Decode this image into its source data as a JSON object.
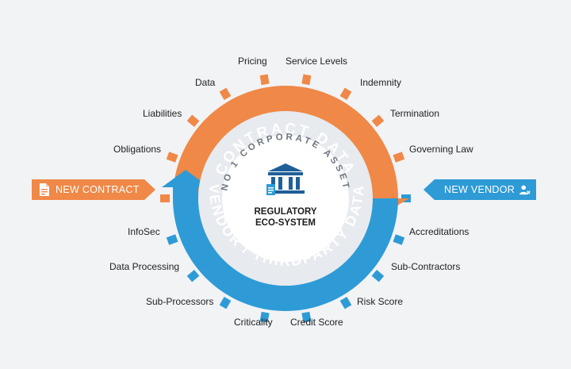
{
  "ring": {
    "contract_title": "CONTRACT DATA",
    "vendor_title": "VENDOR / THIRDPARTY DATA",
    "inner_title": "NO 1 CORPORATE ASSET",
    "center_line1": "REGULATORY",
    "center_line2": "ECO-SYSTEM"
  },
  "contract_labels": [
    "Pricing",
    "Service Levels",
    "Data",
    "Indemnity",
    "Liabilities",
    "Termination",
    "Obligations",
    "Governing Law"
  ],
  "vendor_labels": [
    "InfoSec",
    "Accreditations",
    "Data Processing",
    "Sub-Contractors",
    "Sub-Processors",
    "Risk Score",
    "Criticality",
    "Credit Score"
  ],
  "tags": {
    "new_contract": "NEW CONTRACT",
    "new_vendor": "NEW VENDOR"
  },
  "icons": {
    "new_contract": "document-icon",
    "new_vendor": "user-icon",
    "center": "bank-icon"
  },
  "colors": {
    "orange": "#f08847",
    "blue": "#2e9bd6",
    "navy": "#1f5f99"
  }
}
